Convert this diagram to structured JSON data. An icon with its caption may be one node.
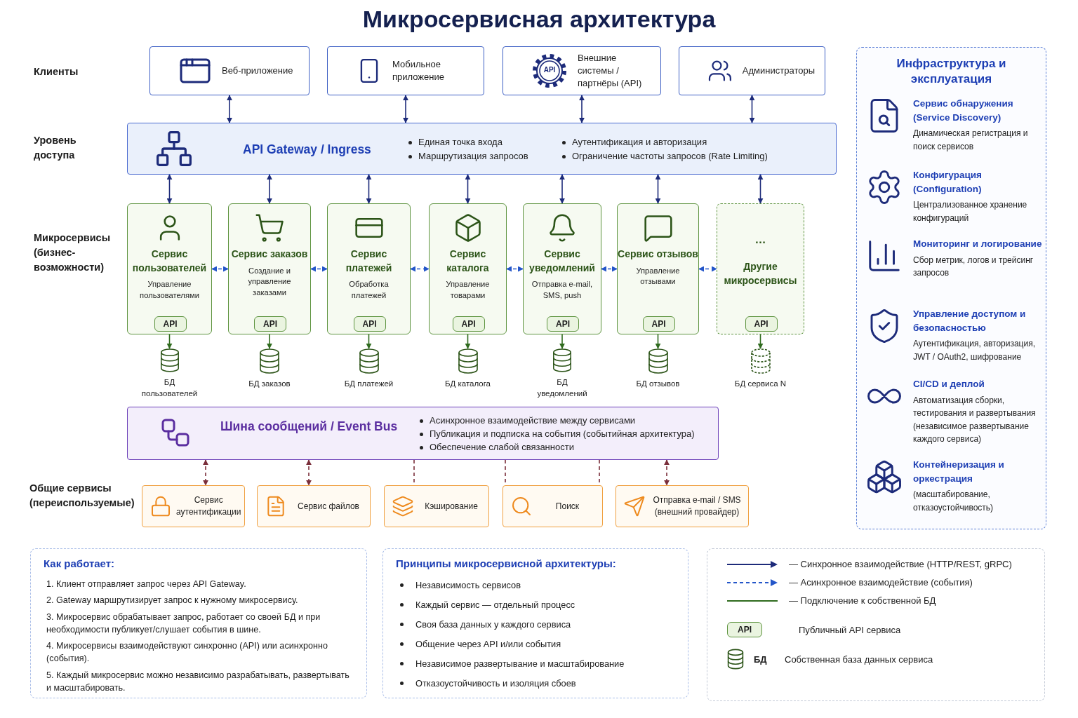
{
  "diagram": {
    "title": "Микросервисная архитектура",
    "nodes": [
      {
        "text": [
          "Веб-приложение"
        ]
      },
      {
        "text": [
          "Мобильное приложение"
        ]
      },
      {
        "text": [
          "Внешние системы / партнёры (API)"
        ]
      },
      {
        "text": [
          "Администраторы"
        ]
      },
      {
        "text": [
          "API Gateway / Ingress",
          "Единая точка входа",
          "Маршрутизация запросов",
          "Аутентификация и авторизация",
          "Ограничение частоты запросов (Rate Limiting)"
        ]
      },
      {
        "text": [
          "Сервис пользователей",
          "Управление пользователями"
        ]
      },
      {
        "text": [
          "Сервис заказов",
          "Создание и управление заказами"
        ]
      },
      {
        "text": [
          "Сервис платежей",
          "Обработка платежей"
        ]
      },
      {
        "text": [
          "Сервис каталога",
          "Управление товарами"
        ]
      },
      {
        "text": [
          "Сервис уведомлений",
          "Отправка e-mail, SMS, push"
        ]
      },
      {
        "text": [
          "Сервис отзывов",
          "Управление отзывами"
        ]
      },
      {
        "text": [
          "…",
          "Другие микросервисы"
        ]
      },
      {
        "text": [
          "API"
        ],
        "in": 5
      },
      {
        "text": [
          "API"
        ],
        "in": 6
      },
      {
        "text": [
          "API"
        ],
        "in": 7
      },
      {
        "text": [
          "API"
        ],
        "in": 8
      },
      {
        "text": [
          "API"
        ],
        "in": 9
      },
      {
        "text": [
          "API"
        ],
        "in": 10
      },
      {
        "text": [
          "API"
        ],
        "in": 11
      },
      {
        "text": [
          "БД пользователей"
        ]
      },
      {
        "text": [
          "БД заказов"
        ]
      },
      {
        "text": [
          "БД платежей"
        ]
      },
      {
        "text": [
          "БД каталога"
        ]
      },
      {
        "text": [
          "БД уведомлений"
        ]
      },
      {
        "text": [
          "БД отзывов"
        ]
      },
      {
        "text": [
          "БД сервиса N"
        ]
      },
      {
        "text": [
          "Шина сообщений / Event Bus",
          "Асинхронное взаимодействие между сервисами",
          "Публикация и подписка на события (событийная архитектура)",
          "Обеспечение слабой связанности"
        ]
      },
      {
        "text": [
          "Сервис аутентификации"
        ]
      },
      {
        "text": [
          "Сервис файлов"
        ]
      },
      {
        "text": [
          "Кэширование"
        ]
      },
      {
        "text": [
          "Поиск"
        ]
      },
      {
        "text": [
          "Отправка e-mail / SMS (внешний провайдер)"
        ]
      },
      {
        "text": [
          "Инфраструктура и эксплуатация"
        ]
      },
      {
        "text": [
          "Сервис обнаружения (Service Discovery)",
          "Динамическая регистрация и поиск сервисов"
        ],
        "in": 32
      },
      {
        "text": [
          "Конфигурация (Configuration)",
          "Централизованное хранение конфигураций"
        ],
        "in": 32
      },
      {
        "text": [
          "Мониторинг и логирование",
          "Сбор метрик, логов и трейсинг запросов"
        ],
        "in": 32
      },
      {
        "text": [
          "Управление доступом и безопасностью",
          "Аутентификация, авторизация, JWT / OAuth2, шифрование"
        ],
        "in": 32
      },
      {
        "text": [
          "CI/CD и деплой",
          "Автоматизация сборки, тестирования и развертывания (независимое развертывание каждого сервиса)"
        ],
        "in": 32
      },
      {
        "text": [
          "Контейнеризация и оркестрация",
          "(масштабирование, отказоустойчивость)"
        ],
        "in": 32
      },
      {
        "text": [
          "Как работает:",
          "1. Клиент отправляет запрос через API Gateway.",
          "2. Gateway маршрутизирует запрос к нужному микросервису.",
          "3. Микросервис обрабатывает запрос, работает со своей БД и при необходимости публикует/слушает события в шине.",
          "4. Микросервисы взаимодействуют синхронно (API) или асинхронно (события).",
          "5. Каждый микросервис можно независимо разрабатывать, развертывать и масштабировать."
        ]
      },
      {
        "text": [
          "Принципы микросервисной архитектуры:",
          "Независимость сервисов",
          "Каждый сервис — отдельный процесс",
          "Своя база данных у каждого сервиса",
          "Общение через API и/или события",
          "Независимое развертывание и масштабирование",
          "Отказоустойчивость и изоляция сбоев"
        ]
      }
    ],
    "edges": [
      {
        "from": 0,
        "to": 4,
        "arrow": "both"
      },
      {
        "from": 1,
        "to": 4,
        "arrow": "both"
      },
      {
        "from": 2,
        "to": 4,
        "arrow": "both"
      },
      {
        "from": 3,
        "to": 4,
        "arrow": "both"
      },
      {
        "from": 4,
        "to": 5,
        "arrow": "both"
      },
      {
        "from": 4,
        "to": 6,
        "arrow": "both"
      },
      {
        "from": 4,
        "to": 7,
        "arrow": "both"
      },
      {
        "from": 4,
        "to": 8,
        "arrow": "both"
      },
      {
        "from": 4,
        "to": 9,
        "arrow": "both"
      },
      {
        "from": 4,
        "to": 10,
        "arrow": "both"
      },
      {
        "from": 4,
        "to": 11,
        "arrow": "both"
      },
      {
        "from": 5,
        "to": 6,
        "arrow": "both",
        "style": "dashed",
        "color": "#2456c9"
      },
      {
        "from": 6,
        "to": 7,
        "arrow": "both",
        "style": "dashed",
        "color": "#2456c9"
      },
      {
        "from": 7,
        "to": 8,
        "arrow": "both",
        "style": "dashed",
        "color": "#2456c9"
      },
      {
        "from": 8,
        "to": 9,
        "arrow": "both",
        "style": "dashed",
        "color": "#2456c9"
      },
      {
        "from": 9,
        "to": 10,
        "arrow": "both",
        "style": "dashed",
        "color": "#2456c9"
      },
      {
        "from": 10,
        "to": 11,
        "arrow": "both",
        "style": "dashed",
        "color": "#2456c9"
      },
      {
        "from": 12,
        "to": 19,
        "arrow": "to",
        "color": "#2f6b1e"
      },
      {
        "from": 13,
        "to": 20,
        "arrow": "to",
        "color": "#2f6b1e"
      },
      {
        "from": 14,
        "to": 21,
        "arrow": "to",
        "color": "#2f6b1e"
      },
      {
        "from": 15,
        "to": 22,
        "arrow": "to",
        "color": "#2f6b1e"
      },
      {
        "from": 16,
        "to": 23,
        "arrow": "to",
        "color": "#2f6b1e"
      },
      {
        "from": 17,
        "to": 24,
        "arrow": "to",
        "color": "#2f6b1e"
      },
      {
        "from": 18,
        "to": 25,
        "arrow": "to",
        "color": "#2f6b1e"
      },
      {
        "from": 26,
        "to": 27,
        "arrow": "both",
        "style": "dashed",
        "color": "#7a2e3a"
      },
      {
        "from": 26,
        "to": 28,
        "arrow": "both",
        "style": "dashed",
        "color": "#7a2e3a"
      },
      {
        "from": 26,
        "to": 29,
        "arrow": "none",
        "style": "dashed",
        "color": "#7a2e3a"
      },
      {
        "from": 26,
        "to": 30,
        "arrow": "none",
        "style": "dashed",
        "color": "#7a2e3a"
      },
      {
        "from": 26,
        "to": 30,
        "arrow": "none",
        "style": "dashed",
        "color": "#7a2e3a"
      },
      {
        "from": 26,
        "to": 31,
        "arrow": "both",
        "style": "dashed",
        "color": "#7a2e3a"
      }
    ],
    "labels": [
      "Клиенты",
      "Уровень доступа",
      "Микросервисы (бизнес-возможности)",
      "Общие сервисы (переиспользуемые)",
      "API",
      "API",
      "БД"
    ],
    "legend": [
      {
        "text": "— Синхронное взаимодействие (HTTP/REST, gRPC)"
      },
      {
        "text": "— Асинхронное взаимодействие (события)"
      },
      {
        "text": "— Подключение к собственной БД"
      },
      {
        "text": "Публичный API сервиса"
      },
      {
        "text": "Собственная база данных сервиса"
      }
    ]
  }
}
